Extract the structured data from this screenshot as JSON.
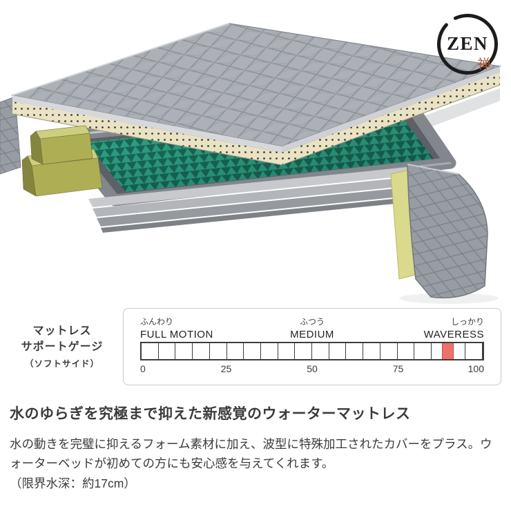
{
  "colors": {
    "accent_red": "#ef716c",
    "foam_green": "#31a88b",
    "foam_green_dark": "#186f5b",
    "olive_top": "#cdcf7e",
    "olive_front": "#aeaf55",
    "olive_side": "#84853e",
    "cream": "#e9e3c4",
    "text": "#3b3b3b"
  },
  "logo": {
    "text": "ZEN",
    "kanji": "禅"
  },
  "gauge": {
    "title_lines": [
      "マットレス",
      "サポートゲージ"
    ],
    "subtitle": "（ソフトサイド）",
    "labels": [
      {
        "jp": "ふんわり",
        "en": "FULL MOTION"
      },
      {
        "jp": "ふつう",
        "en": "MEDIUM"
      },
      {
        "jp": "しっかり",
        "en": "WAVERESS"
      }
    ],
    "scale": {
      "min": 0,
      "max": 100,
      "ticks": [
        0,
        25,
        50,
        75,
        100
      ],
      "segments": 20,
      "marker_start": 88,
      "marker_width": 3.5
    }
  },
  "description": {
    "heading": "水のゆらぎを究極まで抑えた新感覚のウォーターマットレス",
    "body": "水の動きを完璧に抑えるフォーム素材に加え、波型に特殊加工されたカバーをプラス。ウォーターベッドが初めての方にも安心感を与えてくれます。",
    "note": "（限界水深：約17cm）"
  }
}
